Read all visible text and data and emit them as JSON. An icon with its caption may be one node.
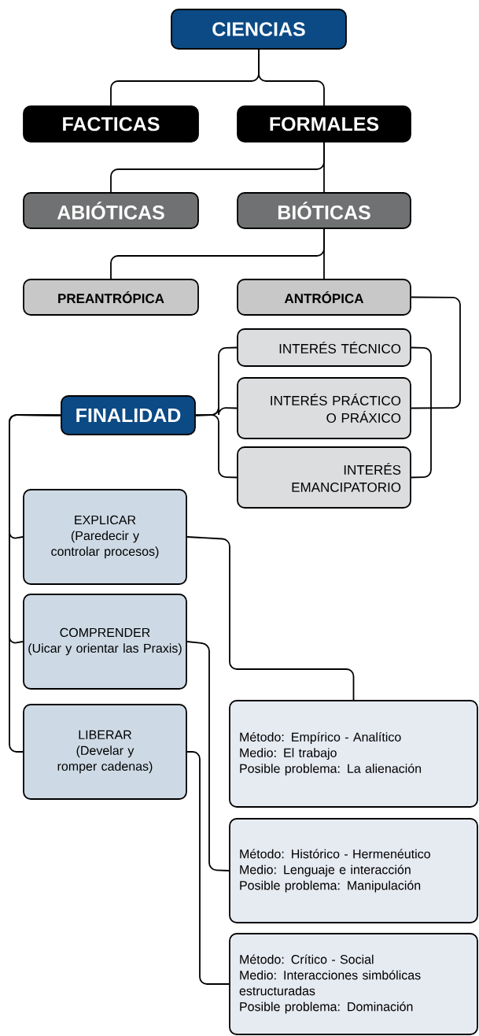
{
  "diagram": {
    "nodes": [
      {
        "text": [
          "CIENCIAS"
        ]
      },
      {
        "text": [
          "FACTICAS"
        ]
      },
      {
        "text": [
          "FORMALES"
        ]
      },
      {
        "text": [
          "ABIÓTICAS"
        ]
      },
      {
        "text": [
          "BIÓTICAS"
        ]
      },
      {
        "text": [
          "PREANTRÓPICA"
        ]
      },
      {
        "text": [
          "ANTRÓPICA"
        ]
      },
      {
        "text": [
          "INTERÉS TÉCNICO"
        ]
      },
      {
        "text": [
          "INTERÉS PRÁCTICO O PRÁXICO"
        ]
      },
      {
        "text": [
          "INTERÉS EMANCIPATORIO"
        ]
      },
      {
        "text": [
          "FINALIDAD"
        ]
      },
      {
        "text": [
          "EXPLICAR",
          "(Paredecir y controlar procesos)"
        ]
      },
      {
        "text": [
          "COMPRENDER",
          "(Uicar y orientar las Praxis)"
        ]
      },
      {
        "text": [
          "LIBERAR",
          "(Develar y romper cadenas)"
        ]
      },
      {
        "text": [
          "Método: Empírico - Analítico",
          "Medio: El trabajo",
          "Posible problema: La alienación"
        ]
      },
      {
        "text": [
          "Método: Histórico - Hermenéutico",
          "Medio: Lenguaje e interacción",
          "Posible problema: Manipulación"
        ]
      },
      {
        "text": [
          "Método: Crítico - Social",
          "Medio: Interacciones simbólicas estructuradas",
          "Posible problema: Dominación"
        ]
      }
    ],
    "edges": [
      {
        "from": 0,
        "to": 1,
        "arrow": "none"
      },
      {
        "from": 0,
        "to": 2,
        "arrow": "none"
      },
      {
        "from": 2,
        "to": 3,
        "arrow": "none"
      },
      {
        "from": 2,
        "to": 4,
        "arrow": "none"
      },
      {
        "from": 4,
        "to": 5,
        "arrow": "none"
      },
      {
        "from": 4,
        "to": 6,
        "arrow": "none"
      },
      {
        "from": 6,
        "to": 8,
        "arrow": "none"
      },
      {
        "from": 10,
        "to": 7,
        "arrow": "none"
      },
      {
        "from": 10,
        "to": 8,
        "arrow": "none"
      },
      {
        "from": 10,
        "to": 9,
        "arrow": "none"
      },
      {
        "from": 7,
        "to": 9,
        "arrow": "none"
      },
      {
        "from": 10,
        "to": 11,
        "arrow": "none"
      },
      {
        "from": 10,
        "to": 12,
        "arrow": "none"
      },
      {
        "from": 10,
        "to": 13,
        "arrow": "none"
      },
      {
        "from": 11,
        "to": 14,
        "arrow": "none"
      },
      {
        "from": 12,
        "to": 15,
        "arrow": "none"
      },
      {
        "from": 13,
        "to": 16,
        "arrow": "none"
      }
    ]
  }
}
